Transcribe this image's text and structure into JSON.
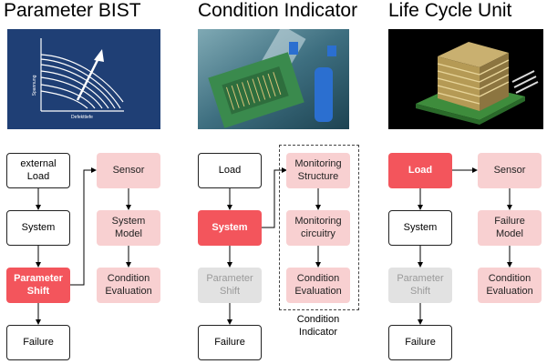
{
  "columns": [
    {
      "title": "Parameter BIST"
    },
    {
      "title": "Condition Indicator"
    },
    {
      "title": "Life Cycle Unit"
    }
  ],
  "photos": {
    "graph_axis_y": "Spannung",
    "graph_axis_x": "Defekttiefe"
  },
  "nodes": {
    "bist_load": "external Load",
    "bist_system": "System",
    "bist_param": "Parameter Shift",
    "bist_failure": "Failure",
    "bist_sensor": "Sensor",
    "bist_model": "System Model",
    "bist_eval": "Condition Evaluation",
    "ci_load": "Load",
    "ci_system": "System",
    "ci_param": "Parameter Shift",
    "ci_failure": "Failure",
    "ci_mon_structure": "Monitoring Structure",
    "ci_mon_circuitry": "Monitoring circuitry",
    "ci_eval": "Condition Evaluation",
    "lcu_load": "Load",
    "lcu_system": "System",
    "lcu_param": "Parameter Shift",
    "lcu_failure": "Failure",
    "lcu_sensor": "Sensor",
    "lcu_model": "Failure Model",
    "lcu_eval": "Condition Evaluation"
  },
  "group_label": "Condition Indicator",
  "colors": {
    "pink": "#f8d0d1",
    "red": "#f3555c",
    "grey": "#e2e2e2",
    "navy": "#1f3f75"
  }
}
